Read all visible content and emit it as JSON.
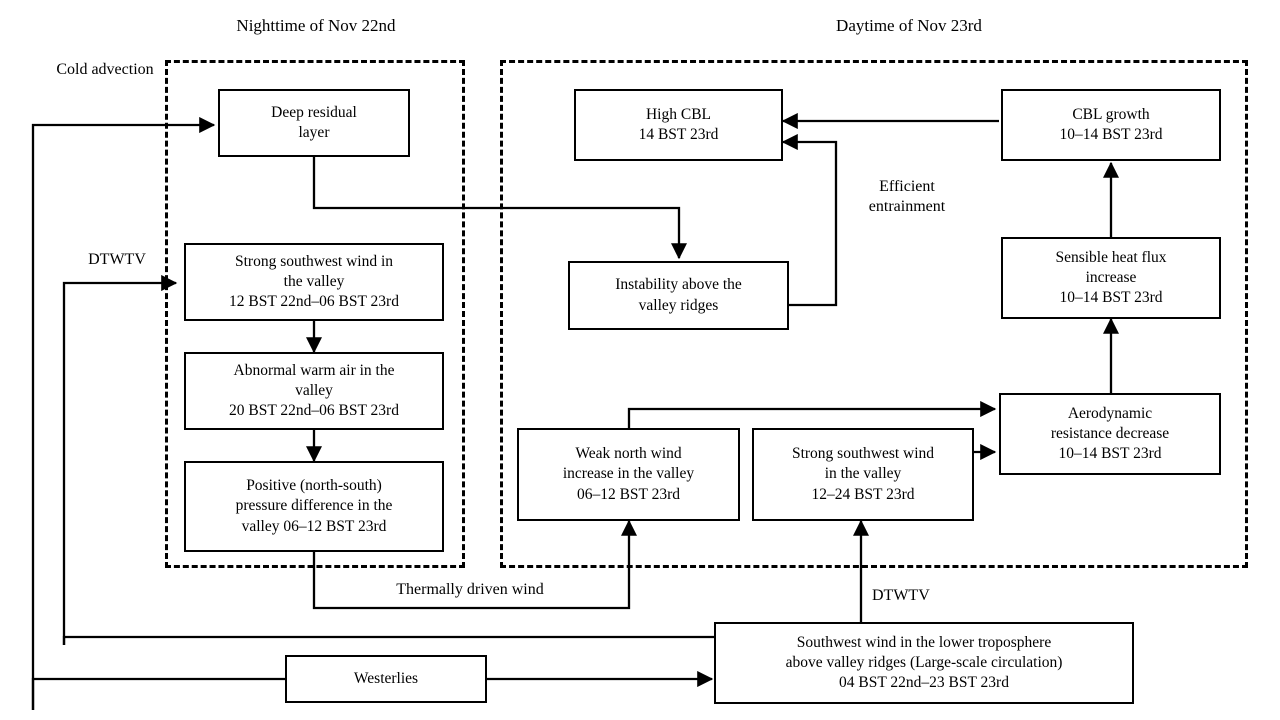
{
  "titles": {
    "left": "Nighttime of Nov 22nd",
    "right": "Daytime of Nov 23rd"
  },
  "boxes": {
    "deep_residual_layer": {
      "lines": [
        "Deep residual",
        "layer"
      ]
    },
    "strong_sw_wind_night": {
      "lines": [
        "Strong southwest wind in",
        "the valley",
        "12 BST 22nd–06 BST 23rd"
      ]
    },
    "abnormal_warm_air": {
      "lines": [
        "Abnormal warm air in the",
        "valley",
        "20 BST 22nd–06 BST 23rd"
      ]
    },
    "positive_pressure_diff": {
      "lines": [
        "Positive (north-south)",
        "pressure difference in the",
        "valley 06–12 BST 23rd"
      ]
    },
    "high_cbl": {
      "lines": [
        "High CBL",
        "14 BST 23rd"
      ]
    },
    "instability_above_ridges": {
      "lines": [
        "Instability above the",
        "valley ridges"
      ]
    },
    "cbl_growth": {
      "lines": [
        "CBL growth",
        "10–14 BST 23rd"
      ]
    },
    "sensible_heat_flux": {
      "lines": [
        "Sensible heat flux",
        "increase",
        "10–14 BST 23rd"
      ]
    },
    "aerodynamic_resistance": {
      "lines": [
        "Aerodynamic",
        "resistance decrease",
        "10–14 BST 23rd"
      ]
    },
    "weak_north_wind": {
      "lines": [
        "Weak north wind",
        "increase in the valley",
        "06–12 BST 23rd"
      ]
    },
    "strong_sw_wind_day": {
      "lines": [
        "Strong southwest wind",
        "in the valley",
        "12–24 BST 23rd"
      ]
    },
    "westerlies": {
      "lines": [
        "Westerlies"
      ]
    },
    "sw_wind_lower_troposphere": {
      "lines": [
        "Southwest wind in the lower troposphere",
        "above valley ridges (Large-scale circulation)",
        "04 BST 22nd–23 BST 23rd"
      ]
    }
  },
  "edge_labels": {
    "cold_advection": [
      "Cold",
      "advection"
    ],
    "dtwtv_left": "DTWTV",
    "efficient_entrainment": [
      "Efficient",
      "entrainment"
    ],
    "thermally_driven_wind": "Thermally driven wind",
    "dtwtv_bottom": "DTWTV"
  },
  "colors": {
    "stroke": "#000000",
    "background": "#ffffff"
  }
}
